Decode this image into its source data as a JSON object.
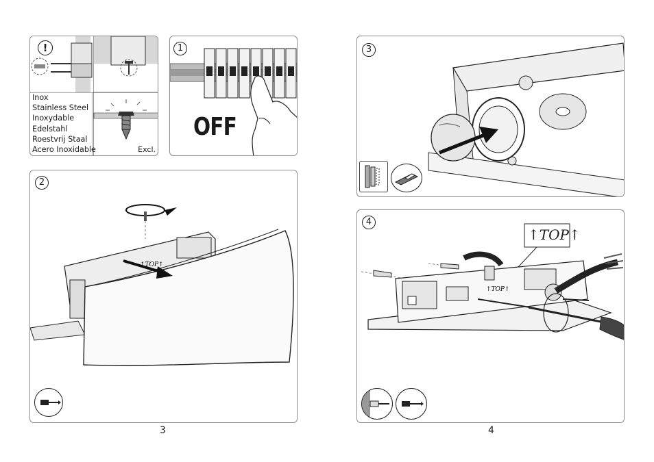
{
  "steps": {
    "step1": "1",
    "step2": "2",
    "step3": "3",
    "step4": "4"
  },
  "warning": {
    "symbol": "!"
  },
  "materials": {
    "items": [
      "Inox",
      "Stainless Steel",
      "Inoxydable",
      "Edelstahl",
      "Roestvrij Staal",
      "Acero Inoxidable"
    ],
    "excluded_label": "Excl."
  },
  "switch_label": "OFF",
  "top_marker": "TOP",
  "pages": {
    "left": "3",
    "right": "4"
  },
  "icons": {
    "warning": "warning-icon",
    "stainless-screw": "screw-icon",
    "circuit-breaker": "circuit-breaker-icon",
    "screwdriver": "screwdriver-icon",
    "cutter": "cutter-knife-icon",
    "wall-plug": "wall-plug-icon",
    "arrow": "arrow-icon"
  }
}
